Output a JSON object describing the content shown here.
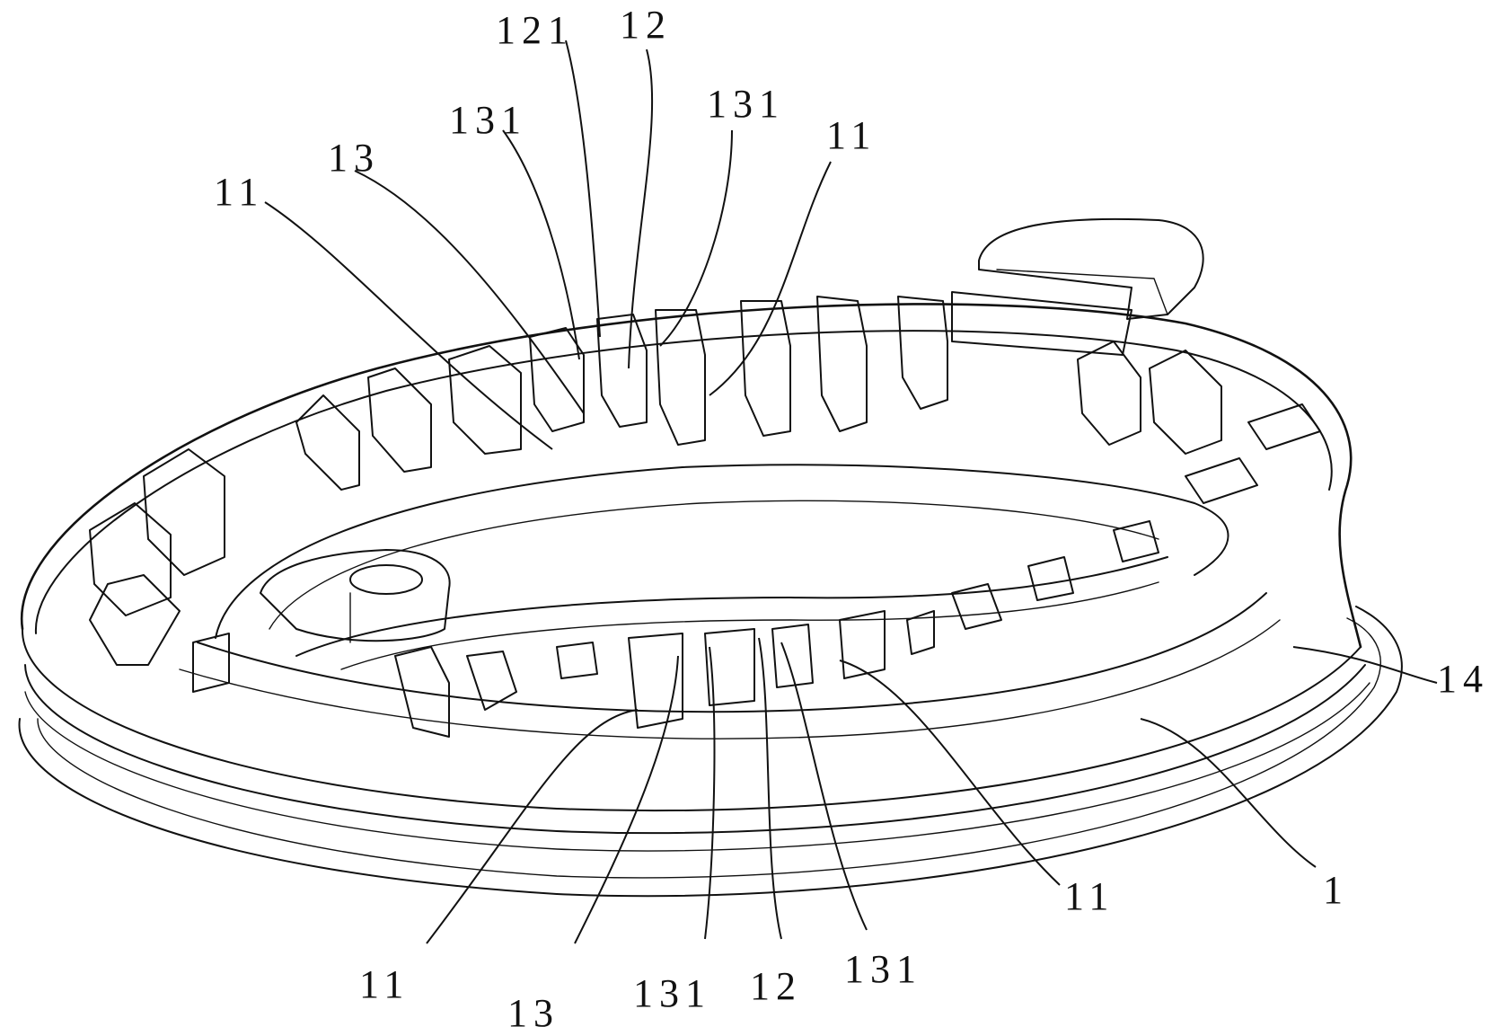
{
  "figure": {
    "reference_labels": [
      {
        "id": "121-top",
        "text": "121"
      },
      {
        "id": "12-top",
        "text": "12"
      },
      {
        "id": "131-top-left",
        "text": "131"
      },
      {
        "id": "131-top-right",
        "text": "131"
      },
      {
        "id": "13-top",
        "text": "13"
      },
      {
        "id": "11-top-left",
        "text": "11"
      },
      {
        "id": "11-top-right",
        "text": "11"
      },
      {
        "id": "14-right",
        "text": "14"
      },
      {
        "id": "1-right",
        "text": "1"
      },
      {
        "id": "11-bottom-right",
        "text": "11"
      },
      {
        "id": "131-bottom-right",
        "text": "131"
      },
      {
        "id": "12-bottom",
        "text": "12"
      },
      {
        "id": "131-bottom-left",
        "text": "131"
      },
      {
        "id": "13-bottom",
        "text": "13"
      },
      {
        "id": "11-bottom-left",
        "text": "11"
      }
    ]
  }
}
